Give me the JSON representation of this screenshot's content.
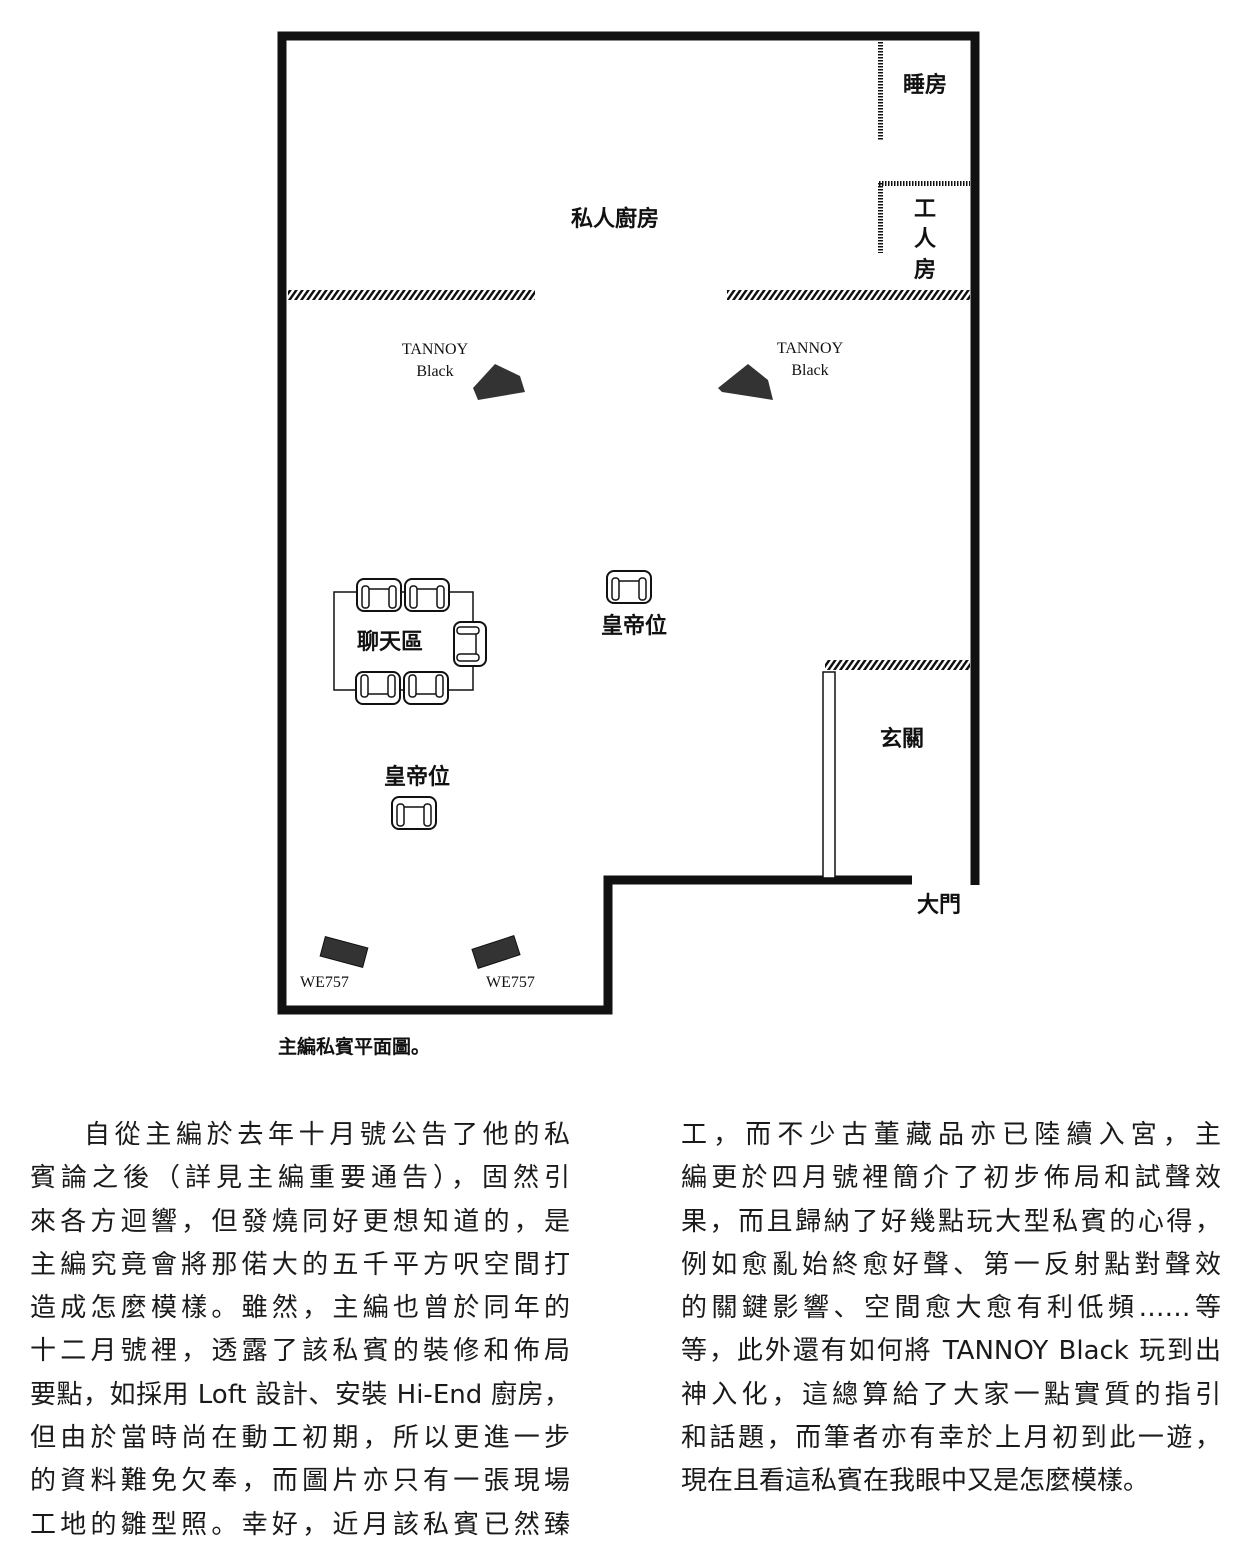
{
  "floor_plan": {
    "rooms": {
      "bedroom": "睡房",
      "servant_room": [
        "工",
        "人",
        "房"
      ],
      "private_kitchen": "私人廚房",
      "lounge": "聊天區",
      "emperor_seat_1": "皇帝位",
      "emperor_seat_2": "皇帝位",
      "foyer": "玄關",
      "main_door": "大門"
    },
    "speakers": {
      "tannoy_left": [
        "TANNOY",
        "Black"
      ],
      "tannoy_right": [
        "TANNOY",
        "Black"
      ],
      "we757_left": "WE757",
      "we757_right": "WE757"
    }
  },
  "caption": "主編私賓平面圖。",
  "article": {
    "left_column": [
      "自從主編於去年十月號公告了他的私",
      "賓論之後（詳見主編重要通告），固然引",
      "來各方迴響，但發燒同好更想知道的，是",
      "主編究竟會將那偌大的五千平方呎空間打",
      "造成怎麼模樣。雖然，主編也曾於同年的",
      "十二月號裡，透露了該私賓的裝修和佈局",
      "要點，如採用 Loft 設計、安裝 Hi-End 廚房，",
      "但由於當時尚在動工初期，所以更進一步",
      "的資料難免欠奉，而圖片亦只有一張現場",
      "工地的雛型照。幸好，近月該私賓已然臻"
    ],
    "right_column": [
      "工，而不少古董藏品亦已陸續入宮，主",
      "編更於四月號裡簡介了初步佈局和試聲效",
      "果，而且歸納了好幾點玩大型私賓的心得，",
      "例如愈亂始終愈好聲、第一反射點對聲效",
      "的關鍵影響、空間愈大愈有利低頻……等",
      "等，此外還有如何將 TANNOY Black 玩到出",
      "神入化，這總算給了大家一點實質的指引",
      "和話題，而筆者亦有幸於上月初到此一遊，",
      "現在且看這私賓在我眼中又是怎麼模樣。"
    ]
  }
}
